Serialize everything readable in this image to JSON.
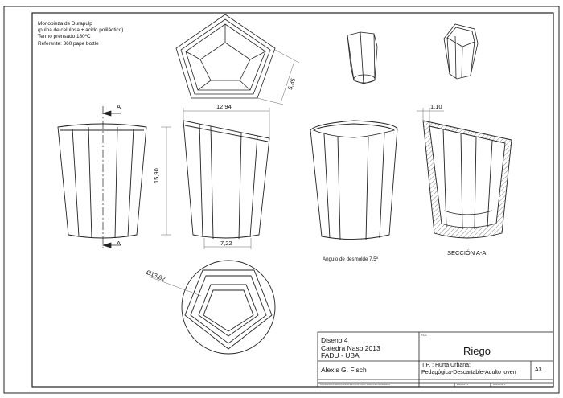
{
  "notes": [
    "Monopieza de Durapulp",
    "(pulpa de celulosa + acido poliláctico)",
    "Termo prensado 180ºC",
    "Referente:  360 pape bottle"
  ],
  "dimensions": {
    "width_top": "12,94",
    "height": "15,90",
    "width_bottom": "7,22",
    "diameter": "Ø13,82",
    "side": "5,35",
    "wall": "1,10"
  },
  "section_marker": "A",
  "captions": {
    "draft_angle": "Angulo de desmolde 7,5º",
    "section": "SECCIÓN A-A"
  },
  "title_block": {
    "course_line1": "Diseno 4",
    "course_line2": "Catedra Naso 2013",
    "course_line3": "FADU - UBA",
    "author": "Alexis G. Fisch",
    "name_label": "Título:",
    "title": "Riego",
    "project_line1": "T.P. : Hurta Urbana:",
    "project_line2": "Pedagógica-Descartable-Adulto joven",
    "sheet_size": "A3",
    "footer_note": "SOLIDWORKS EDUCATIONAL EDITION - SOLO PARA USO ACADEMICO",
    "scale": "ESCALA 1:1",
    "sheet_number": "HOJA 1 DE 1"
  }
}
